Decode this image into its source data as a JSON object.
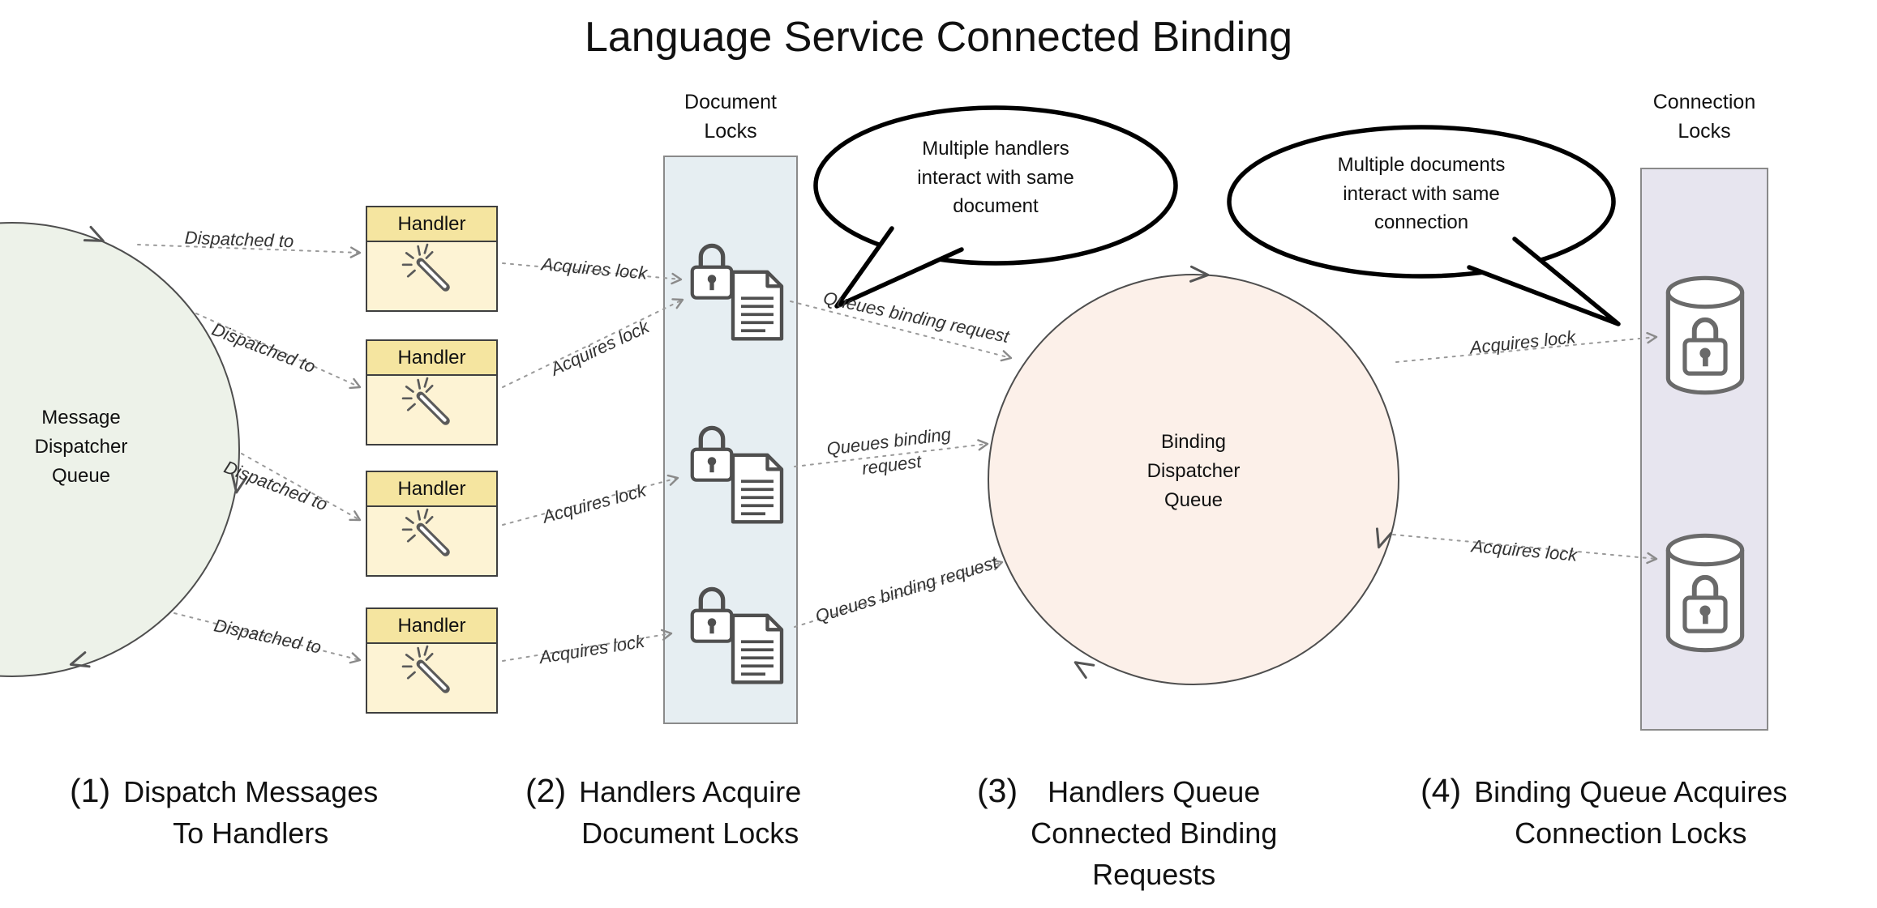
{
  "title": "Language Service Connected Binding",
  "colors": {
    "message-circle": "#edf2e9",
    "binding-circle": "#fcf0e9",
    "handler-header": "#f5e5a0",
    "handler-body": "#fdf3d4",
    "doc-column": "#e6eef2",
    "conn-column": "#e7e5ef",
    "line": "#9a9a9a"
  },
  "nodes": {
    "message_queue": "Message\nDispatcher\nQueue",
    "binding_queue": "Binding\nDispatcher\nQueue",
    "document_locks_header": "Document\nLocks",
    "connection_locks_header": "Connection\nLocks"
  },
  "handlers": [
    "Handler",
    "Handler",
    "Handler",
    "Handler"
  ],
  "edge_labels": {
    "dispatched_to": "Dispatched to",
    "acquires_lock": "Acquires lock",
    "queues_binding_request": "Queues binding request",
    "queues_binding_request_wrapped": "Queues binding\nrequest"
  },
  "callouts": {
    "bubble_handlers": "Multiple handlers\ninteract with same\ndocument",
    "bubble_documents": "Multiple documents\ninteract with same\nconnection"
  },
  "captions": [
    {
      "number": "(1)",
      "text": "Dispatch Messages\nTo Handlers"
    },
    {
      "number": "(2)",
      "text": "Handlers Acquire\nDocument Locks"
    },
    {
      "number": "(3)",
      "text": "Handlers Queue\nConnected Binding\nRequests"
    },
    {
      "number": "(4)",
      "text": "Binding Queue Acquires\nConnection Locks"
    }
  ],
  "icons": {
    "wand": "magic-wand-icon",
    "padlock": "padlock-icon",
    "document": "document-icon",
    "database": "database-lock-icon"
  }
}
